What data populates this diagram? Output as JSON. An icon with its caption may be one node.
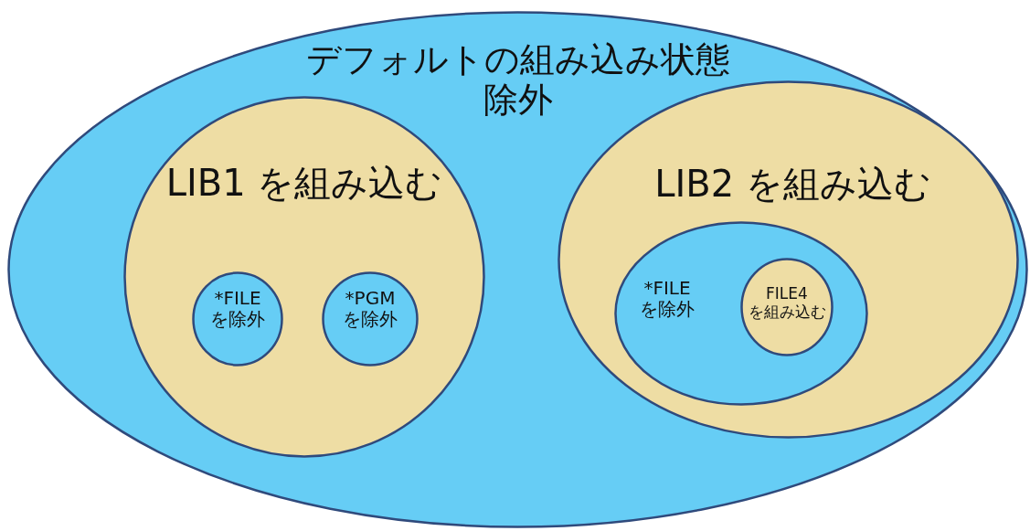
{
  "diagram": {
    "nodes": [
      {
        "text": [
          "デフォルトの組み込み状態",
          "除外"
        ]
      },
      {
        "text": [
          "LIB1 を組み込む"
        ],
        "in": 0
      },
      {
        "text": [
          "*FILE を除外"
        ],
        "in": 1
      },
      {
        "text": [
          "*PGM を除外"
        ],
        "in": 1
      },
      {
        "text": [
          "LIB2 を組み込む"
        ],
        "in": 0
      },
      {
        "text": [
          "*FILE を除外"
        ],
        "in": 4
      },
      {
        "text": [
          "FILE4 を組み込む"
        ],
        "in": 5
      }
    ]
  }
}
